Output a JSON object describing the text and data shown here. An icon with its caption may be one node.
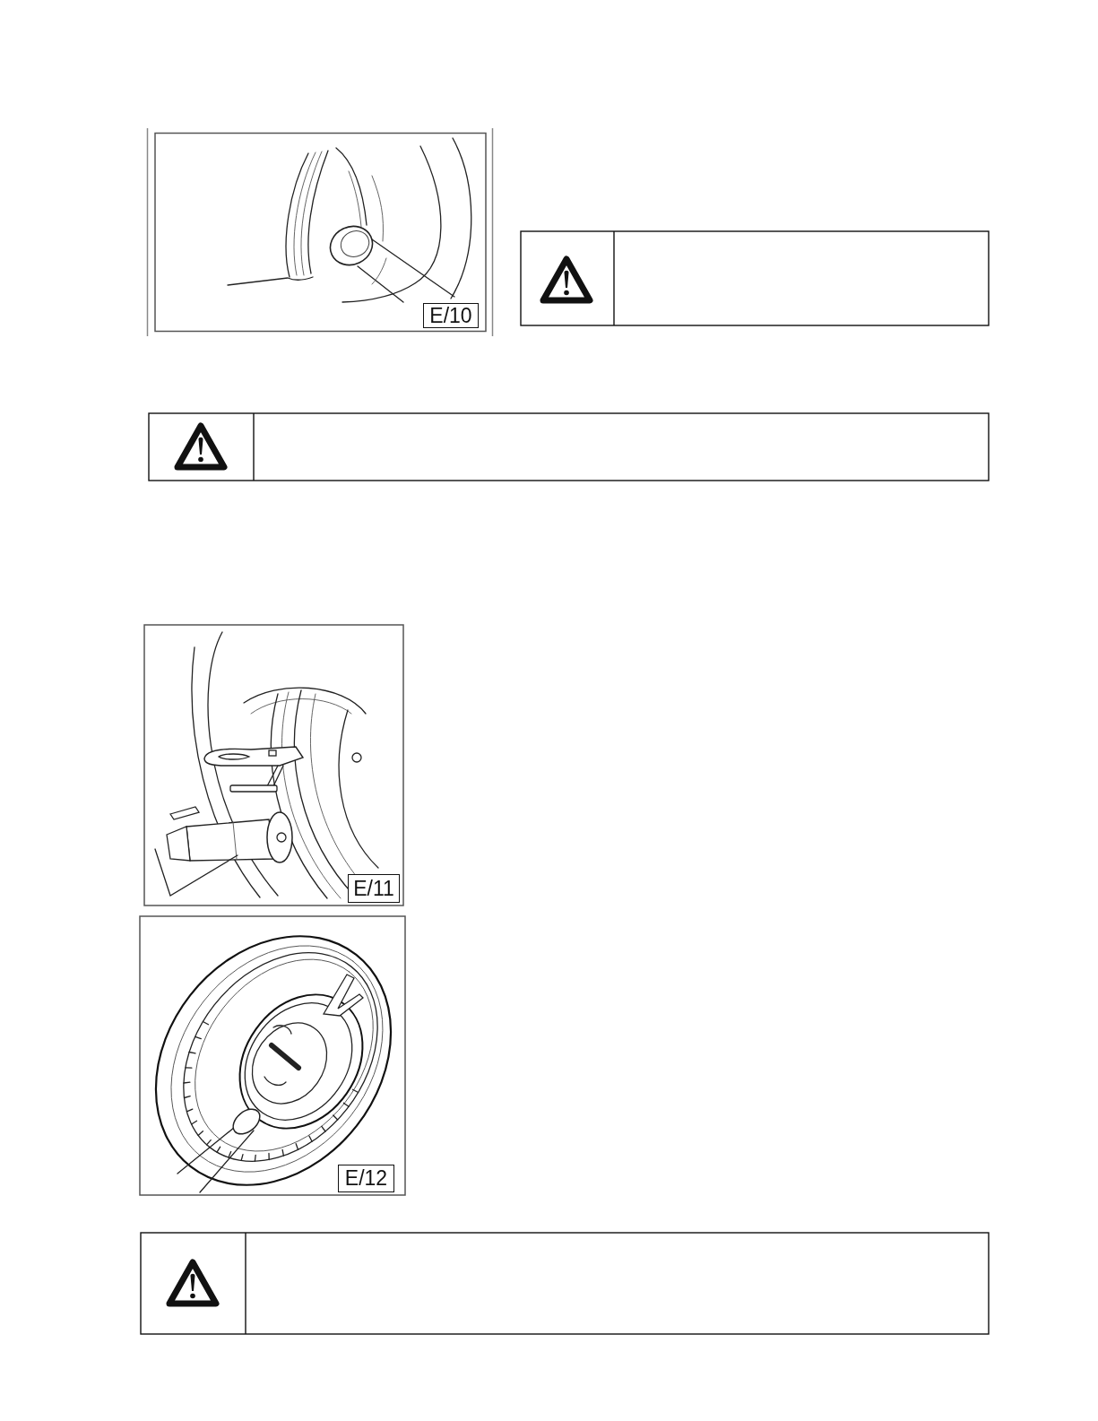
{
  "diagram": {
    "nodes": [
      {
        "text": [
          "E/10"
        ]
      },
      {
        "text": [
          "E/11"
        ]
      },
      {
        "text": [
          "E/12"
        ]
      }
    ]
  }
}
